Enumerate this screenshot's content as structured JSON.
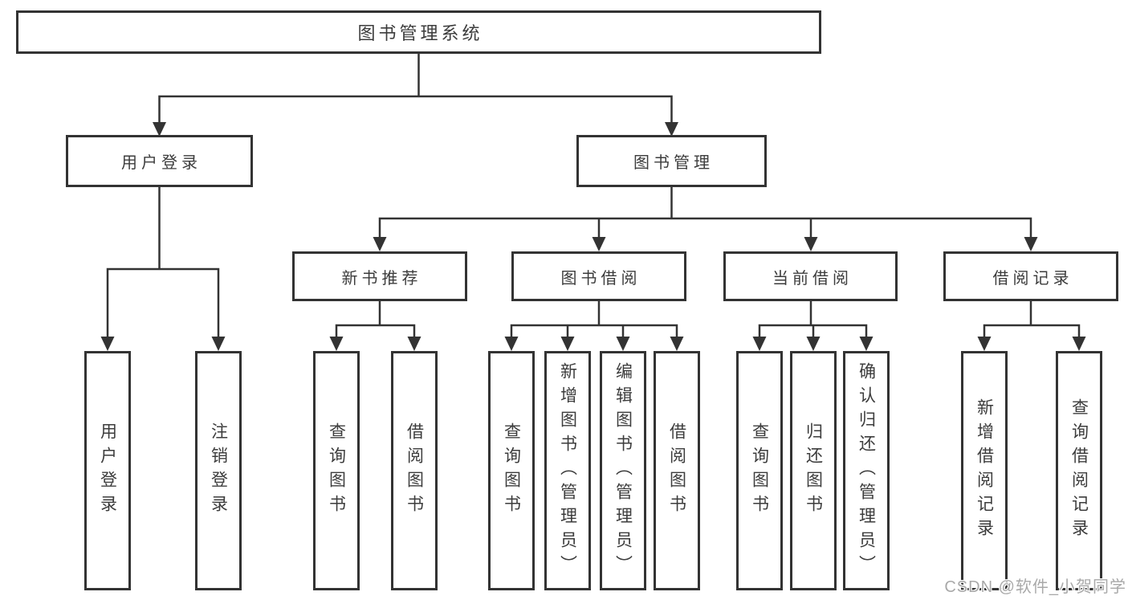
{
  "title": "图书管理系统",
  "nodes": {
    "root": "图书管理系统",
    "user_login": "用户登录",
    "book_mgmt": "图书管理",
    "new_rec": "新书推荐",
    "book_borrow": "图书借阅",
    "current_borrow": "当前借阅",
    "borrow_records": "借阅记录",
    "leaf_login": "用户登录",
    "leaf_logout": "注销登录",
    "leaf_rec_query": "查询图书",
    "leaf_rec_borrow": "借阅图书",
    "leaf_bw_query": "查询图书",
    "leaf_bw_add": "新增图书（管理员）",
    "leaf_bw_edit": "编辑图书（管理员）",
    "leaf_bw_borrow": "借阅图书",
    "leaf_cur_query": "查询图书",
    "leaf_cur_return": "归还图书",
    "leaf_cur_confirm": "确认归还（管理员）",
    "leaf_br_add": "新增借阅记录",
    "leaf_br_query": "查询借阅记录"
  },
  "watermark": "CSDN @软件_小贺同学",
  "colors": {
    "line": "#333333",
    "box_border": "#333333",
    "box_fill": "#ffffff",
    "text": "#3c3c3c",
    "watermark_text": "#a9a9a9",
    "background": "#ffffff"
  }
}
